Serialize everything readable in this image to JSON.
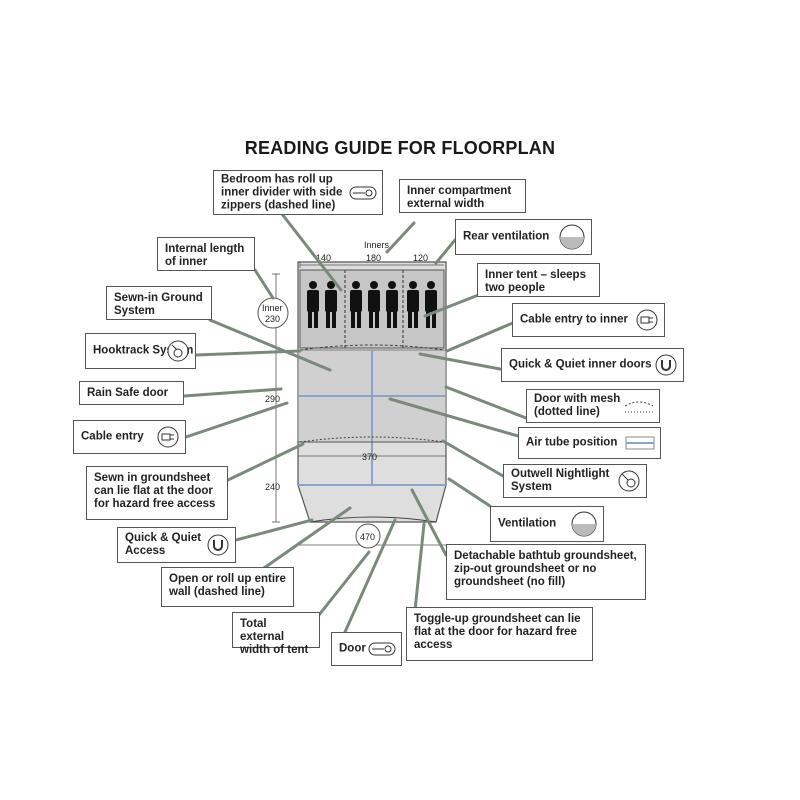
{
  "title": "READING GUIDE FOR FLOORPLAN",
  "labels": {
    "bedroom_divider": "Bedroom has roll up inner divider with side zippers (dashed line)",
    "inner_width": "Inner compartment external width",
    "rear_vent": "Rear ventilation",
    "internal_length": "Internal length of inner",
    "inner_tent": "Inner tent – sleeps two people",
    "sewn_ground": "Sewn-in Ground System",
    "cable_inner": "Cable entry to inner",
    "hooktrack": "Hooktrack System",
    "qq_inner": "Quick & Quiet inner doors",
    "rain_safe": "Rain Safe door",
    "door_mesh": "Door with mesh (dotted line)",
    "cable_entry": "Cable entry",
    "air_tube": "Air tube position",
    "sewn_flat": "Sewn in groundsheet can lie flat at the door for hazard free access",
    "nightlight": "Outwell Nightlight System",
    "ventilation": "Ventilation",
    "qq_access": "Quick & Quiet Access",
    "bathtub": "Detachable bathtub groundsheet, zip-out groundsheet or no groundsheet (no fill)",
    "roll_wall": "Open or roll up entire wall (dashed line)",
    "total_width": "Total external width of tent",
    "toggle": "Toggle-up groundsheet can lie flat at the door for hazard free access",
    "door": "Door"
  },
  "dims": {
    "inners": "Inners",
    "w1": "140",
    "w2": "180",
    "w3": "120",
    "inner_len_a": "Inner",
    "inner_len_b": "230",
    "h_total": "290",
    "w_mid": "370",
    "h_porch": "240",
    "w_total": "470"
  },
  "colors": {
    "line": "#7a8a7a",
    "tent_fill": "#dcdcdc",
    "inner_fill": "#c9c9c9",
    "air_tube": "#8aa3c9",
    "border": "#555555"
  },
  "icons": [
    "zip-icon",
    "vent-icon",
    "hook-icon",
    "plug-icon",
    "magnet-icon",
    "mesh-door-icon",
    "air-tube-icon",
    "nightlight-icon"
  ]
}
